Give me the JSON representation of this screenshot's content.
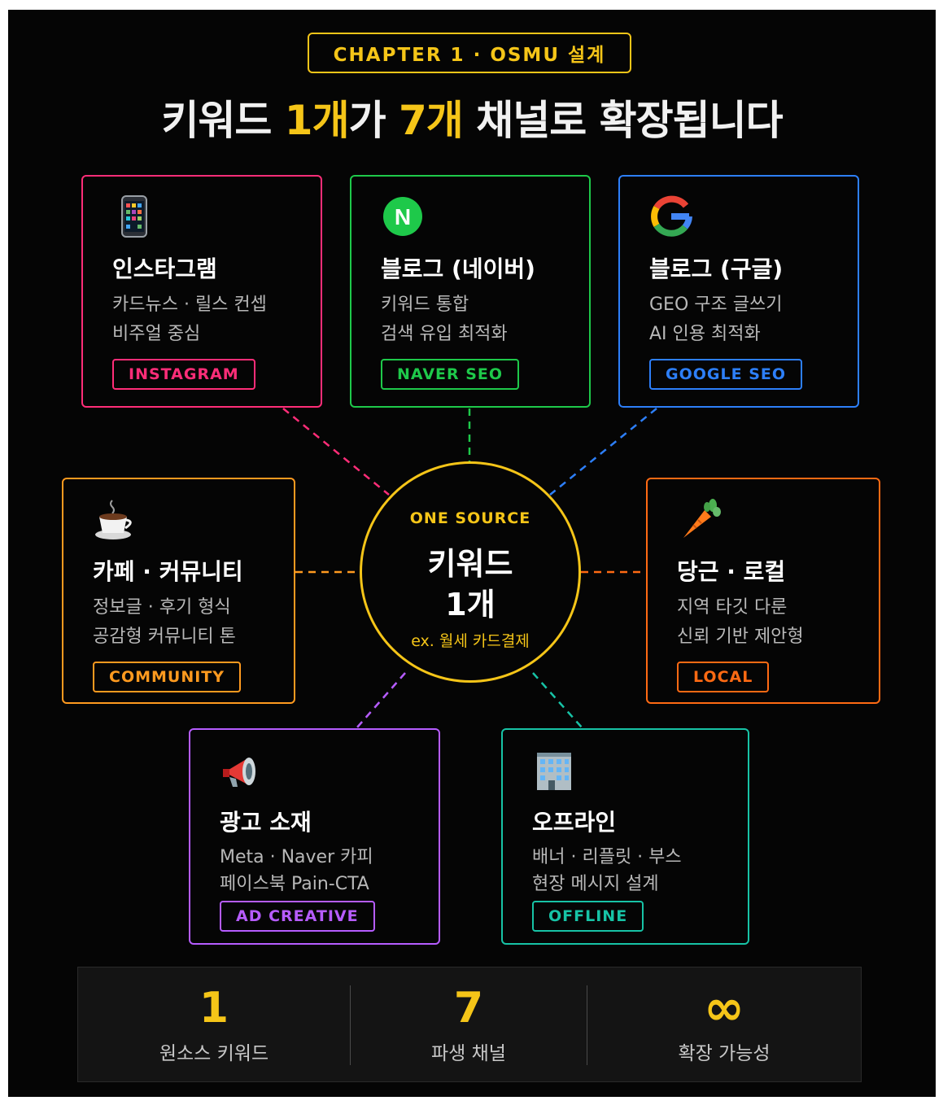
{
  "chapter": "CHAPTER 1 · OSMU 설계",
  "title": {
    "p1": "키워드 ",
    "h1": "1개",
    "p2": "가 ",
    "h2": "7개",
    "p3": " 채널로 확장됩니다"
  },
  "center": {
    "source": "ONE SOURCE",
    "keyword": "키워드",
    "count": "1개",
    "example": "ex. 월세 카드결제"
  },
  "colors": {
    "accent": "#f5c518",
    "instagram": "#ff2d78",
    "naver": "#1ec94a",
    "google": "#2d7ff9",
    "community": "#ff9a1f",
    "local": "#ff6a13",
    "ad": "#b65cff",
    "offline": "#17c3a6"
  },
  "cards": [
    {
      "title": "인스타그램",
      "desc1": "카드뉴스 · 릴스 컨셉",
      "desc2": "비주얼 중심",
      "tag": "INSTAGRAM",
      "icon": "smartphone-icon"
    },
    {
      "title": "블로그 (네이버)",
      "desc1": "키워드 통합",
      "desc2": "검색 유입 최적화",
      "tag": "NAVER SEO",
      "icon": "naver-n-icon",
      "icon_text": "N"
    },
    {
      "title": "블로그 (구글)",
      "desc1": "GEO 구조 글쓰기",
      "desc2": "AI 인용 최적화",
      "tag": "GOOGLE SEO",
      "icon": "google-g-icon"
    },
    {
      "title": "카페 · 커뮤니티",
      "desc1": "정보글 · 후기 형식",
      "desc2": "공감형 커뮤니티 톤",
      "tag": "COMMUNITY",
      "icon": "coffee-cup-icon"
    },
    {
      "title": "당근 · 로컬",
      "desc1": "지역 타깃 다룬",
      "desc2": "신뢰 기반 제안형",
      "tag": "LOCAL",
      "icon": "carrot-icon"
    },
    {
      "title": "광고 소재",
      "desc1": "Meta · Naver 카피",
      "desc2": "페이스북 Pain-CTA",
      "tag": "AD CREATIVE",
      "icon": "megaphone-icon"
    },
    {
      "title": "오프라인",
      "desc1": "배너 · 리플릿 · 부스",
      "desc2": "현장 메시지 설계",
      "tag": "OFFLINE",
      "icon": "office-building-icon"
    }
  ],
  "stats": [
    {
      "value": "1",
      "label": "원소스 키워드"
    },
    {
      "value": "7",
      "label": "파생 채널"
    },
    {
      "value": "∞",
      "label": "확장 가능성"
    }
  ]
}
